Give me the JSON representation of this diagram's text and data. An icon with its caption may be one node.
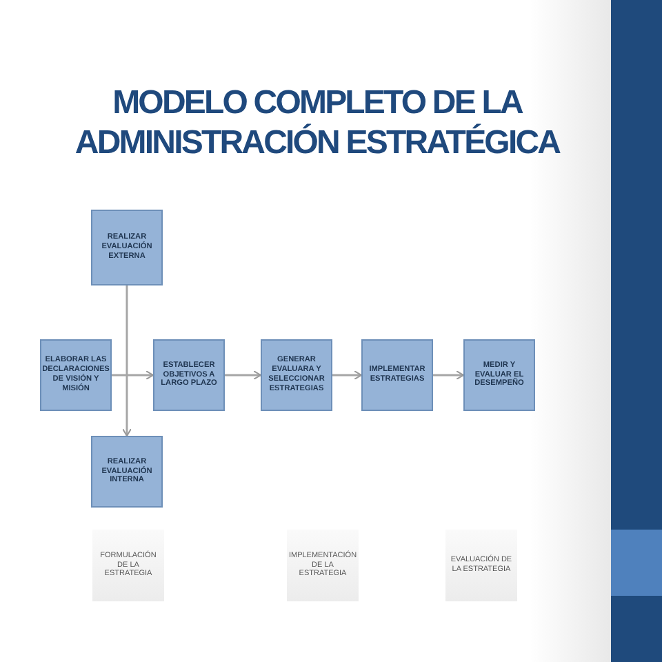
{
  "diagram": {
    "title": "MODELO COMPLETO DE LA ADMINISTRACIÓN ESTRATÉGICA",
    "nodes": [
      {
        "text": [
          "REALIZAR EVALUACIÓN EXTERNA"
        ]
      },
      {
        "text": [
          "ELABORAR LAS DECLARACIONES DE VISIÓN Y MISIÓN"
        ]
      },
      {
        "text": [
          "ESTABLECER OBJETIVOS A LARGO PLAZO"
        ]
      },
      {
        "text": [
          "GENERAR EVALUARA Y SELECCIONAR ESTRATEGIAS"
        ]
      },
      {
        "text": [
          "IMPLEMENTAR ESTRATEGIAS"
        ]
      },
      {
        "text": [
          "MEDIR Y EVALUAR EL DESEMPEÑO"
        ]
      },
      {
        "text": [
          "REALIZAR EVALUACIÓN INTERNA"
        ]
      },
      {
        "text": [
          "FORMULACIÓN DE LA ESTRATEGIA"
        ]
      },
      {
        "text": [
          "IMPLEMENTACIÓN DE LA ESTRATEGIA"
        ]
      },
      {
        "text": [
          "EVALUACIÓN DE LA ESTRATEGIA"
        ]
      }
    ],
    "edges": [
      {
        "from": 1,
        "to": 2,
        "arrow": "to"
      },
      {
        "from": 2,
        "to": 3,
        "arrow": "to"
      },
      {
        "from": 3,
        "to": 4,
        "arrow": "to"
      },
      {
        "from": 4,
        "to": 5,
        "arrow": "to"
      },
      {
        "from": 0,
        "to": 6,
        "arrow": "to"
      }
    ]
  }
}
